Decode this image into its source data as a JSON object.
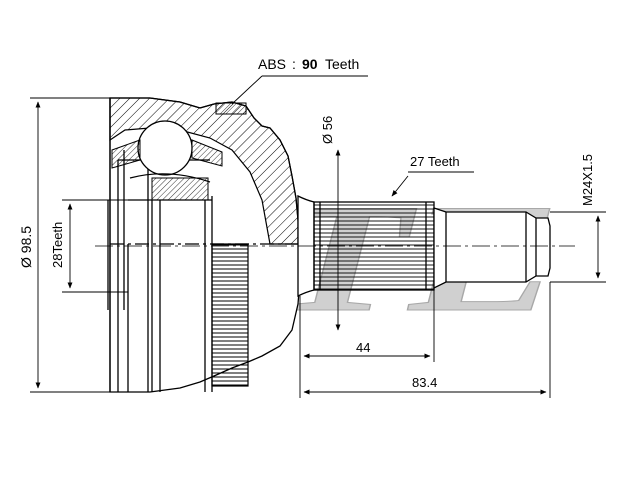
{
  "watermark": {
    "text": "BTE",
    "color": "#c8c8c8"
  },
  "labels": {
    "abs_prefix": "ABS",
    "abs_separator": ":",
    "abs_value": "90",
    "abs_unit": "Teeth",
    "outer_diameter": "Ø 98.5",
    "inner_teeth": "28Teeth",
    "shaft_diameter": "Ø 56",
    "spline_teeth": "27 Teeth",
    "thread": "M24X1.5",
    "spline_length": "44",
    "total_length": "83.4"
  },
  "colors": {
    "line": "#000000",
    "hatch": "#000000",
    "background": "#ffffff"
  }
}
